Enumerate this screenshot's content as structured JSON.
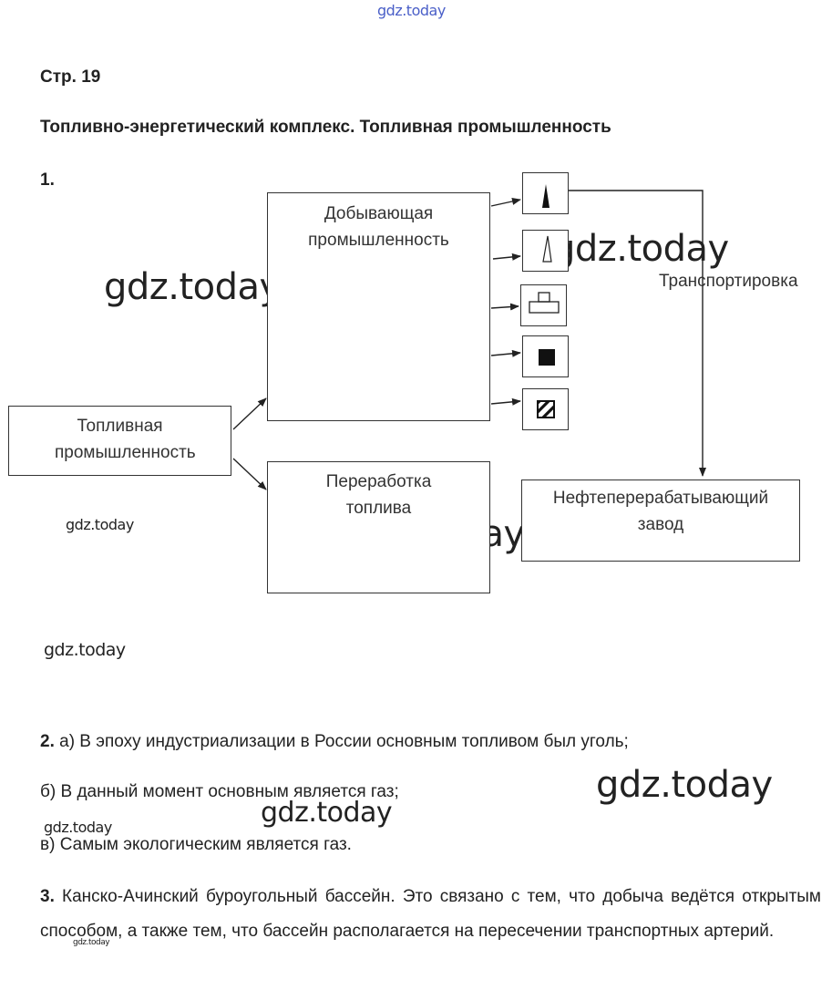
{
  "watermark": "gdz.today",
  "page_label": "Стр. 19",
  "title": "Топливно-энергетический комплекс. Топливная промышленность",
  "task1": {
    "number": "1.",
    "diagram": {
      "mining": "Добывающая промышленность",
      "fuel_industry": "Топливная промышленность",
      "processing": "Переработка топлива",
      "refinery": "Нефтеперерабатывающий завод",
      "transport": "Транспортировка",
      "icons": [
        "oil-icon",
        "gas-icon",
        "oil-shale-icon",
        "coal-icon",
        "peat-icon"
      ]
    }
  },
  "task2": {
    "number": "2.",
    "a": " а) В эпоху индустриализации в России основным топливом был уголь;",
    "b": "б) В данный момент основным является газ;",
    "c": "в) Самым экологическим является газ."
  },
  "task3": {
    "number": "3.",
    "text": " Канско-Ачинский буроугольный бассейн. Это связано с тем, что добыча ведётся открытым способом, а также тем, что бассейн располагается на пересечении транспортных артерий."
  }
}
